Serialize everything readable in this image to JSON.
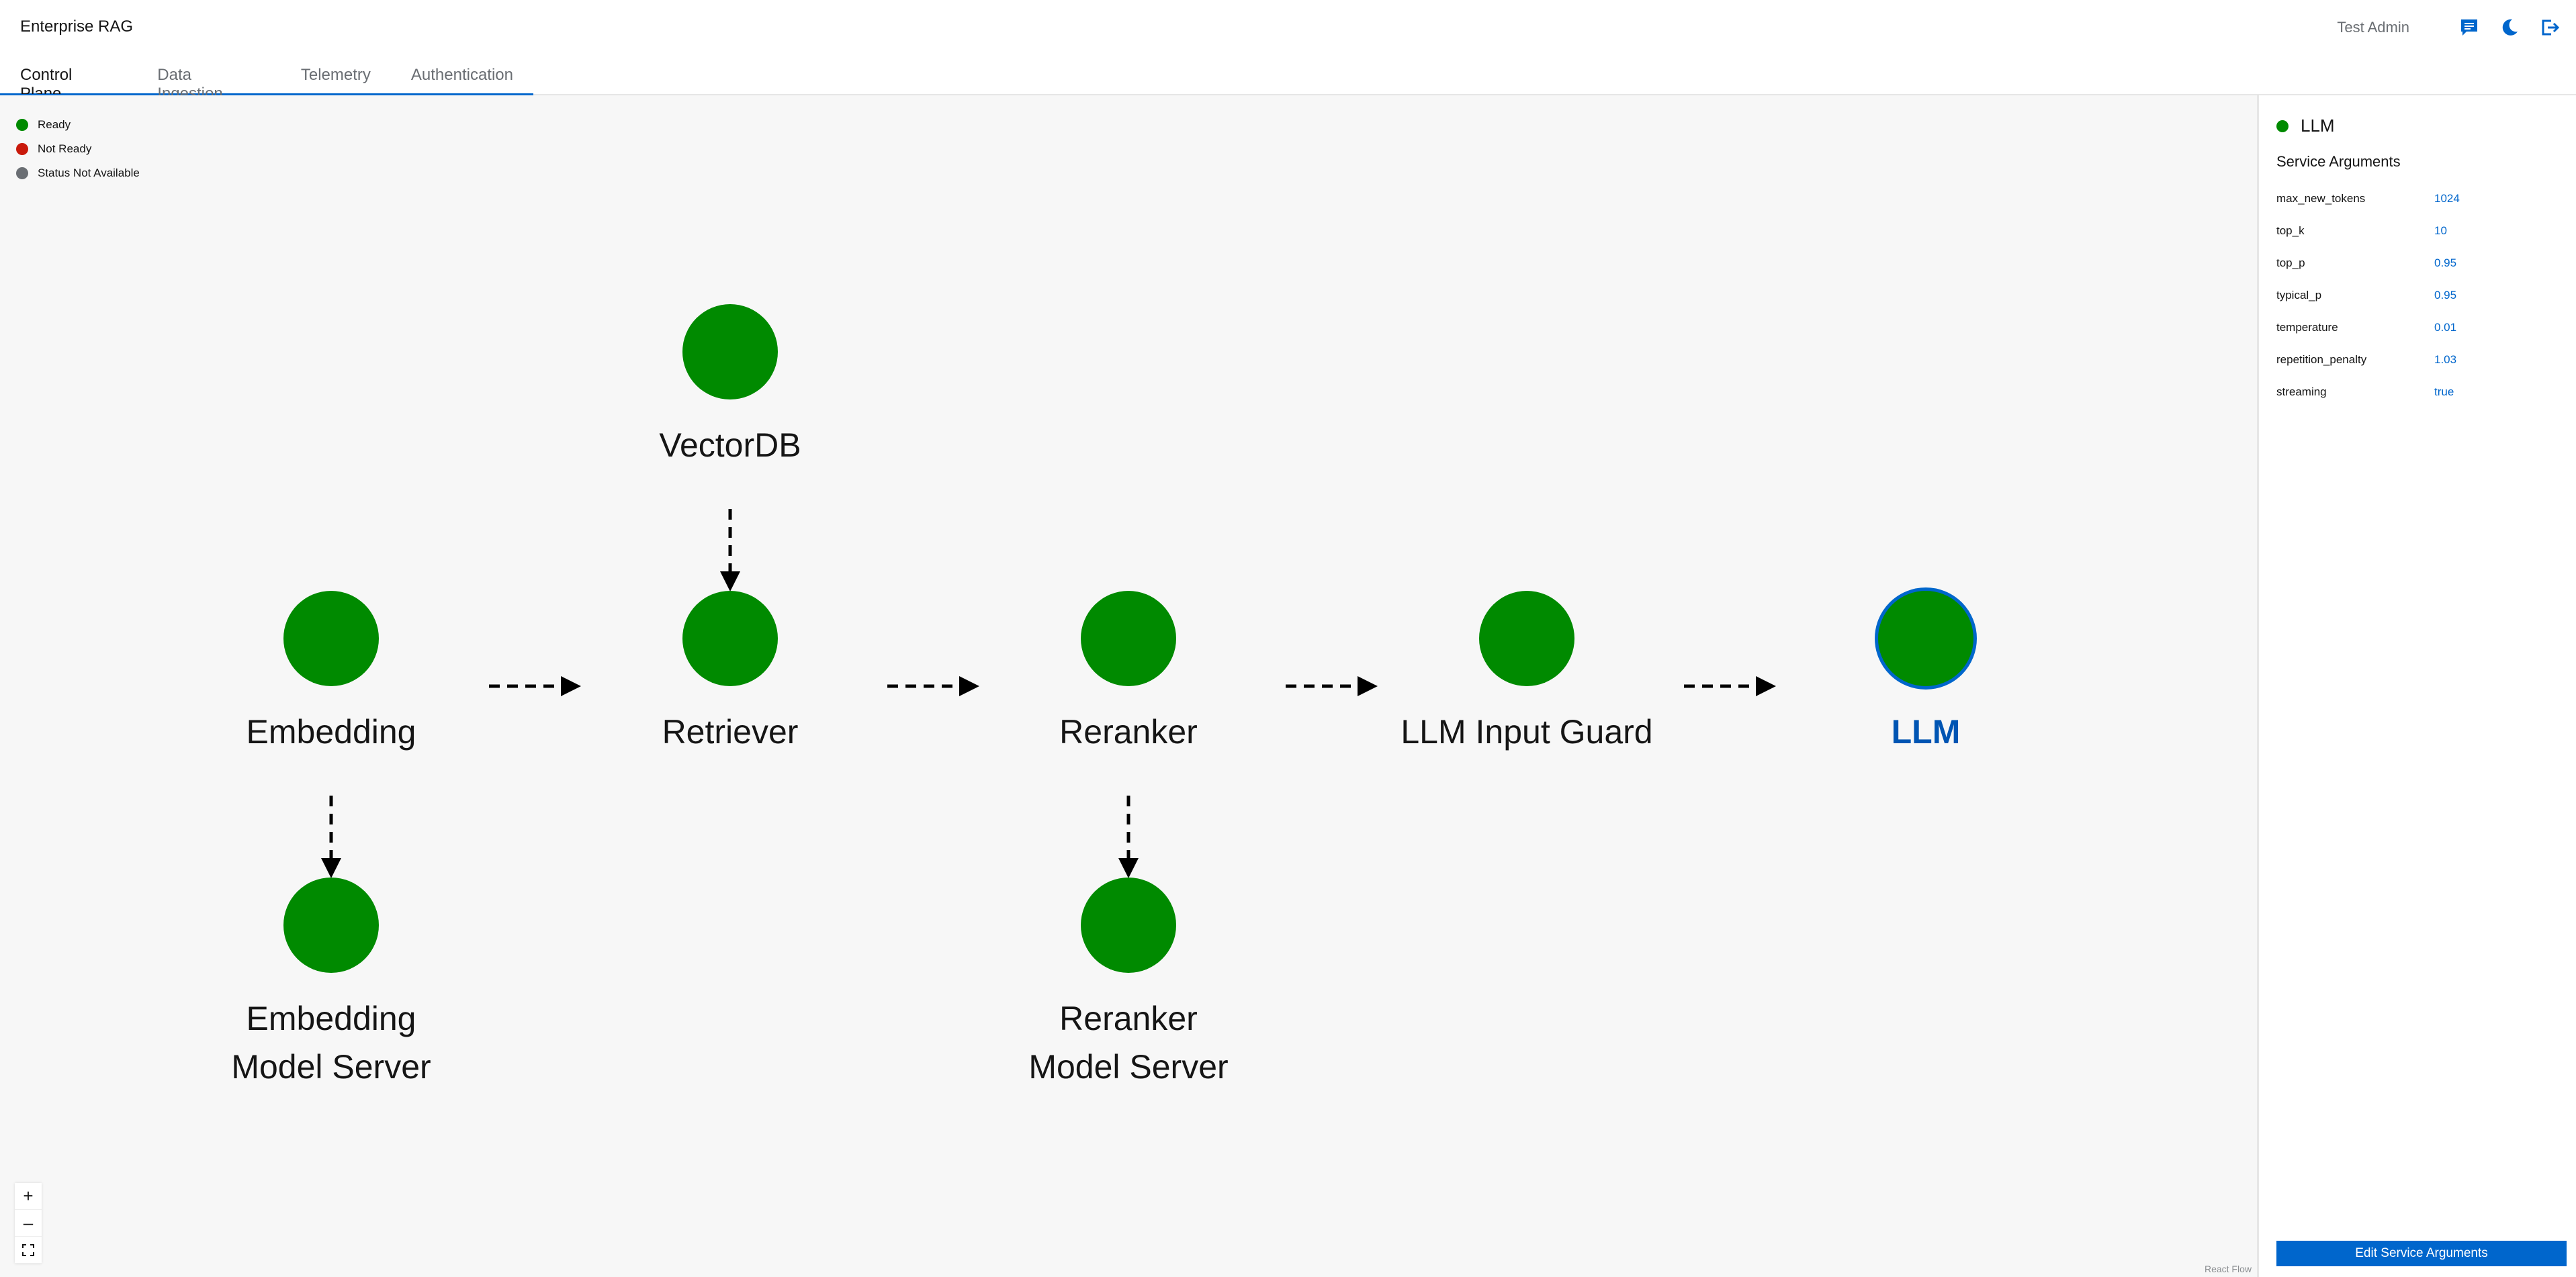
{
  "app": {
    "title": "Enterprise RAG"
  },
  "user": {
    "name": "Test Admin"
  },
  "header_icons": [
    "chat-icon",
    "moon-icon",
    "logout-icon"
  ],
  "tabs": [
    {
      "label": "Control Plane",
      "active": true
    },
    {
      "label": "Data Ingestion",
      "active": false
    },
    {
      "label": "Telemetry",
      "active": false
    },
    {
      "label": "Authentication",
      "active": false
    }
  ],
  "legend": [
    {
      "label": "Ready",
      "color": "#008a00"
    },
    {
      "label": "Not Ready",
      "color": "#c9190b"
    },
    {
      "label": "Status Not Available",
      "color": "#6a6e73"
    }
  ],
  "nodes": {
    "vectordb": {
      "label": "VectorDB",
      "status": "Ready"
    },
    "embedding": {
      "label": "Embedding",
      "status": "Ready"
    },
    "retriever": {
      "label": "Retriever",
      "status": "Ready"
    },
    "reranker": {
      "label": "Reranker",
      "status": "Ready"
    },
    "llm_input_guard": {
      "label": "LLM Input Guard",
      "status": "Ready"
    },
    "llm": {
      "label": "LLM",
      "status": "Ready",
      "selected": true
    },
    "embedding_model_server": {
      "label": "Embedding Model Server",
      "status": "Ready"
    },
    "reranker_model_server": {
      "label": "Reranker Model Server",
      "status": "Ready"
    }
  },
  "zoom_controls": {
    "zoom_in": "+",
    "zoom_out": "–"
  },
  "attribution": "React Flow",
  "panel": {
    "service_name": "LLM",
    "section_title": "Service Arguments",
    "arguments": [
      {
        "name": "max_new_tokens",
        "value": "1024"
      },
      {
        "name": "top_k",
        "value": "10"
      },
      {
        "name": "top_p",
        "value": "0.95"
      },
      {
        "name": "typical_p",
        "value": "0.95"
      },
      {
        "name": "temperature",
        "value": "0.01"
      },
      {
        "name": "repetition_penalty",
        "value": "1.03"
      },
      {
        "name": "streaming",
        "value": "true"
      }
    ],
    "edit_button": "Edit Service Arguments"
  },
  "colors": {
    "ready": "#008a00",
    "accent": "#0066cc"
  }
}
